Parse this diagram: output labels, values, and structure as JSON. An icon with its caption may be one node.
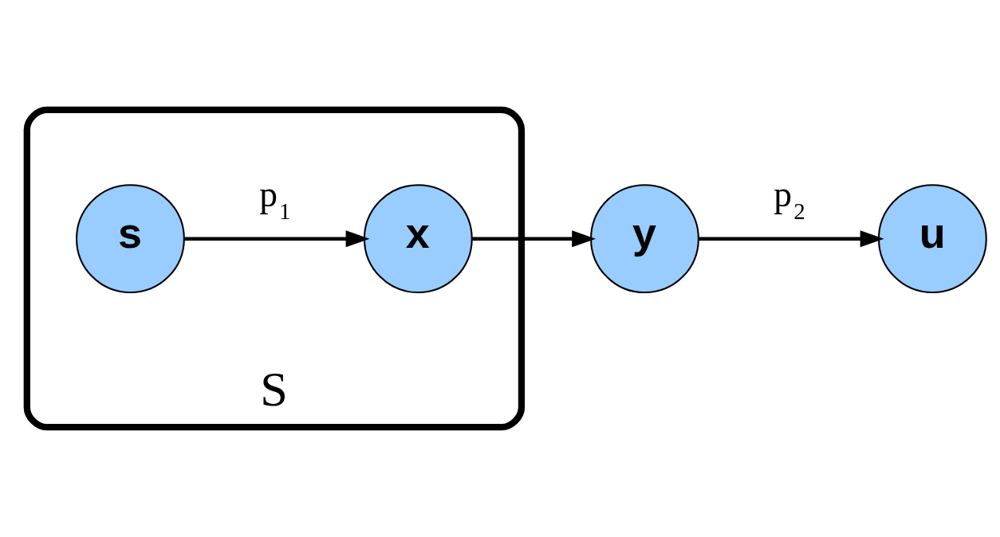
{
  "diagram": {
    "nodes": [
      {
        "text": [
          "S"
        ]
      },
      {
        "text": [
          "s"
        ],
        "in": 0
      },
      {
        "text": [
          "x"
        ],
        "in": 0
      },
      {
        "text": [
          "y"
        ]
      },
      {
        "text": [
          "u"
        ]
      }
    ],
    "edges": [
      {
        "from": 1,
        "to": 2,
        "arrow": "to",
        "label": "p$_{1}$"
      },
      {
        "from": 2,
        "to": 3,
        "arrow": "to"
      },
      {
        "from": 3,
        "to": 4,
        "arrow": "to",
        "label": "p$_{2}$"
      }
    ]
  }
}
